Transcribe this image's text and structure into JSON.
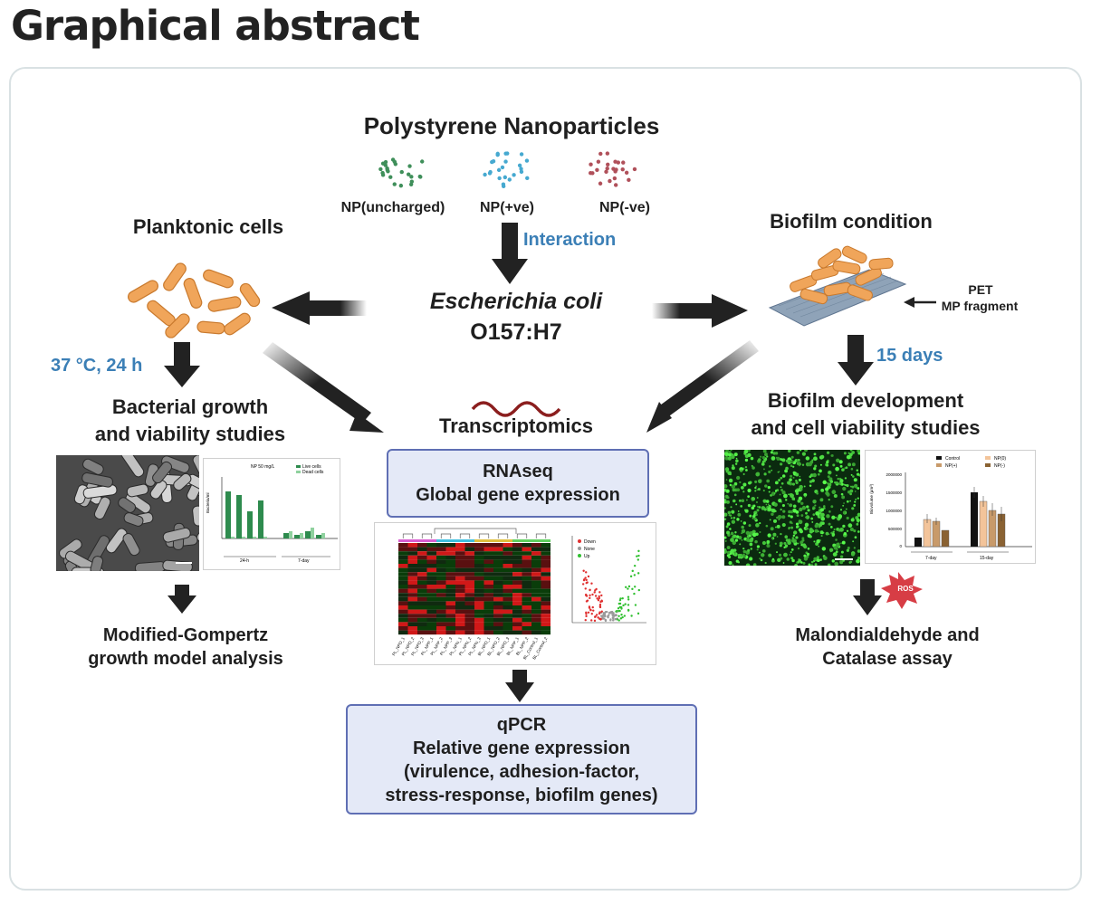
{
  "page": {
    "title": "Graphical abstract"
  },
  "nanoparticles": {
    "title": "Polystyrene Nanoparticles",
    "types": [
      {
        "label": "NP(uncharged)",
        "color": "#3f8f5a"
      },
      {
        "label": "NP(+ve)",
        "color": "#46a9d0"
      },
      {
        "label": "NP(-ve)",
        "color": "#b0505a"
      }
    ]
  },
  "interaction": {
    "label": "Interaction"
  },
  "organism": {
    "name": "Escherichia coli",
    "strain": "O157:H7"
  },
  "planktonic": {
    "title": "Planktonic cells",
    "condition": "37 °C, 24 h",
    "study": [
      "Bacterial growth",
      "and viability studies"
    ],
    "analysis": [
      "Modified-Gompertz",
      "growth model analysis"
    ],
    "chart": {
      "title": "NP 50 mg/L",
      "legend": [
        "Live cells",
        "Dead cells"
      ],
      "ylabel": "Bacteria/ml",
      "groups": [
        "24-h",
        "7-day"
      ],
      "colors": {
        "live": "#2e8b4e",
        "dead": "#8fd19e"
      }
    }
  },
  "biofilm": {
    "title": "Biofilm condition",
    "pet": [
      "PET",
      "MP fragment"
    ],
    "duration": "15 days",
    "study": [
      "Biofilm development",
      "and cell viability studies"
    ],
    "assay": [
      "Malondialdehyde and",
      "Catalase assay"
    ],
    "ros": "ROS",
    "chart": {
      "legend": [
        "Control",
        "NP(0)",
        "NP(+)",
        "NP(-)"
      ],
      "ylabel": "Biovolume (μm³)",
      "yticks": [
        "2000000",
        "1500000",
        "1000000",
        "500000",
        "0"
      ],
      "groups": [
        "7-day",
        "15-day"
      ],
      "colors": [
        "#111111",
        "#f3c49a",
        "#c89a6a",
        "#8a6232"
      ]
    }
  },
  "transcriptomics": {
    "title": "Transcriptomics",
    "rnaseq": [
      "RNAseq",
      "Global gene expression"
    ],
    "volcano_legend": [
      "Down",
      "None",
      "Up"
    ],
    "samples": [
      "PL_NPO_1",
      "PL_NPO_2",
      "PL_NPO_3",
      "PL_NPP_1",
      "PL_NPP_2",
      "PL_NPP_3",
      "PL_NPN_1",
      "PL_NPN_2",
      "PL_NPN_3",
      "BL_NPO_1",
      "BL_NPO_2",
      "BL_NPO_3",
      "BL_NPP_1",
      "BL_NPP_2",
      "BL_Control_1",
      "BL_Control_2"
    ],
    "qpcr": [
      "qPCR",
      "Relative gene expression",
      "(virulence, adhesion-factor,",
      "stress-response, biofilm genes)"
    ]
  },
  "colors": {
    "accent_blue": "#3b7fb6",
    "box_fill": "#e4e9f7",
    "box_border": "#5f6fb4",
    "bacteria": "#f0a55a"
  }
}
